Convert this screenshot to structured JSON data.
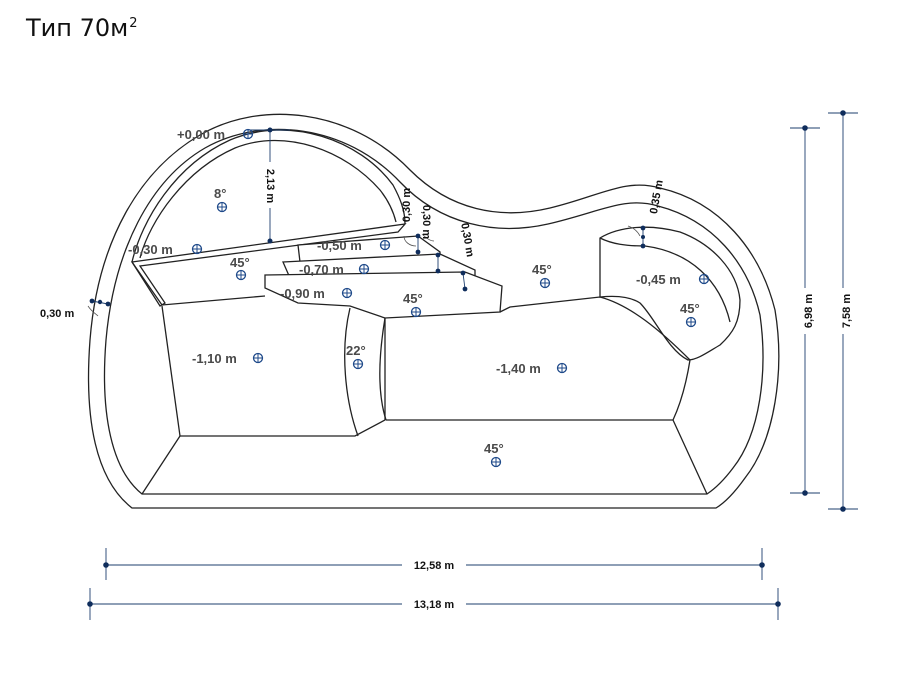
{
  "title": {
    "text": "Тип 70м",
    "superscript": "2"
  },
  "depths": {
    "d000": "+0,00 m",
    "d030": "-0,30 m",
    "d050": "-0,50 m",
    "d070": "-0,70 m",
    "d090": "-0,90 m",
    "d110": "-1,10 m",
    "d140": "-1,40 m",
    "d045": "-0,45 m"
  },
  "angles": {
    "a8": "8°",
    "a45_upper": "45°",
    "a45_step": "45°",
    "a45_mid": "45°",
    "a45_right": "45°",
    "a45_bottom": "45°",
    "a22": "22°"
  },
  "dimensions": {
    "d213": "2,13 m",
    "d030_left": "0,30 m",
    "d030_step1": "0,30 m",
    "d030_step2": "0,30 m",
    "d030_step3": "0,30 m",
    "d035": "0,35 m",
    "d698": "6,98 m",
    "d758": "7,58 m",
    "d1258": "12,58 m",
    "d1318": "13,18 m"
  },
  "colors": {
    "dimension": "#1d3f6e",
    "marker": "#1f4a8a",
    "outline": "#222222"
  }
}
